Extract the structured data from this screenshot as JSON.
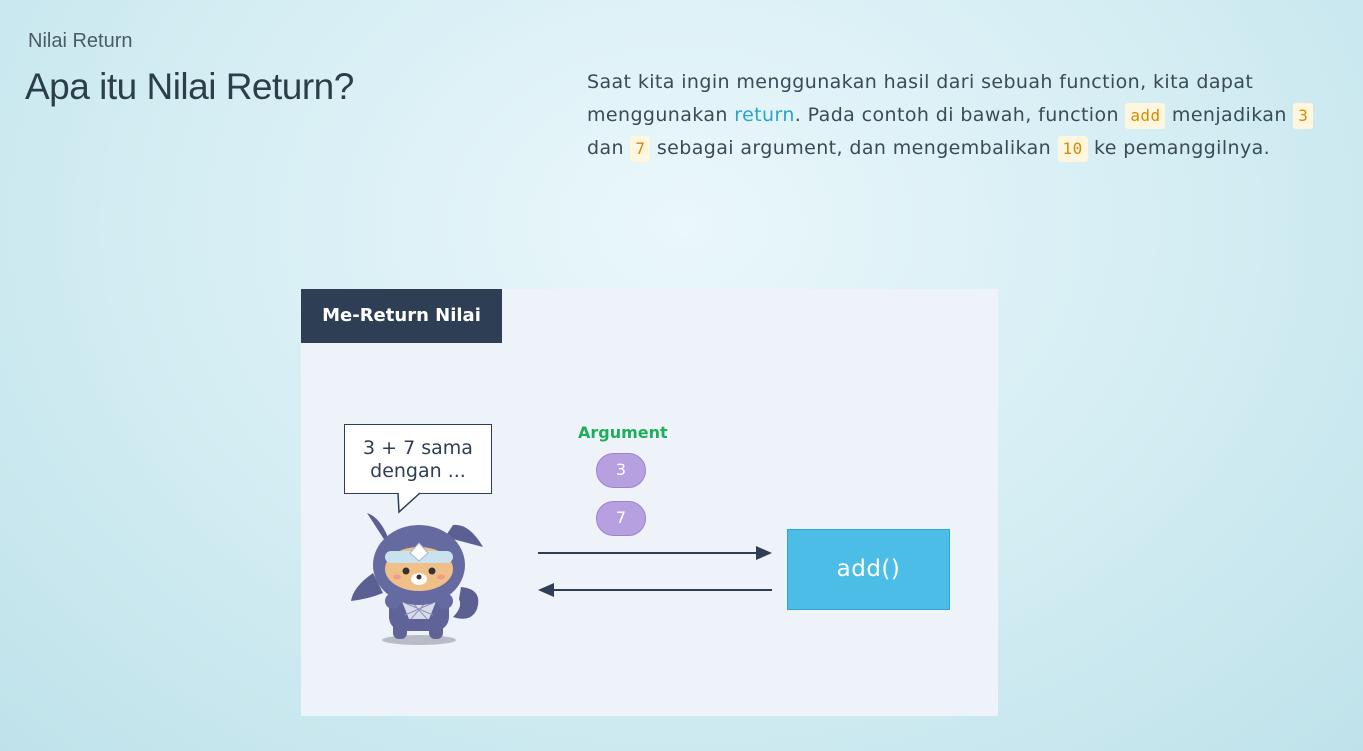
{
  "header": {
    "section_label": "Nilai Return",
    "title": "Apa itu Nilai Return?"
  },
  "description": {
    "part1": "Saat kita ingin menggunakan hasil dari sebuah function, kita dapat menggunakan ",
    "keyword": "return",
    "part2": ". Pada contoh di bawah, function ",
    "code_add": "add",
    "part3": " menjadikan ",
    "code_3": "3",
    "part4": " dan ",
    "code_7": "7",
    "part5": " sebagai argument, dan mengembalikan ",
    "code_10": "10",
    "part6": " ke pemanggilnya."
  },
  "slide": {
    "title": "Me-Return Nilai",
    "bubble_line1": "3 + 7 sama",
    "bubble_line2": "dengan ...",
    "argument_label": "Argument",
    "arg1": "3",
    "arg2": "7",
    "function_label": "add()"
  },
  "colors": {
    "keyword": "#28a6c8",
    "code": "#d68a00",
    "slide_header": "#2d3e55",
    "function_box": "#4cbde6",
    "argument_pill": "#b7a0e0",
    "argument_label": "#1fae5c"
  }
}
